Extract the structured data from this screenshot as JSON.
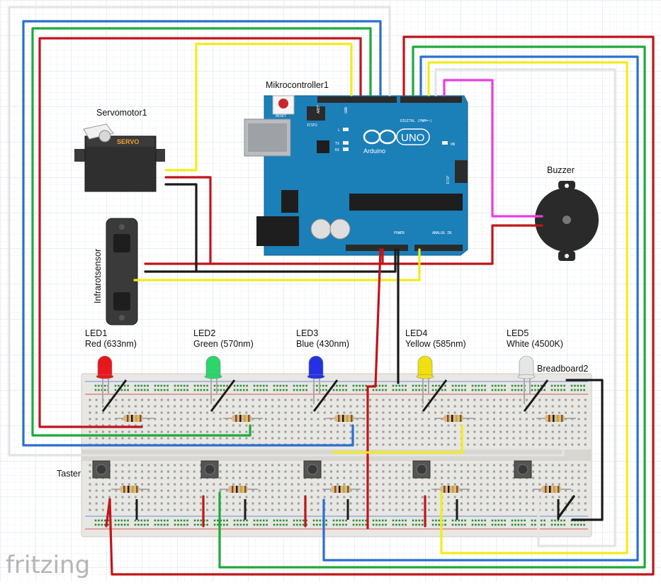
{
  "labels": {
    "servo": "Servomotor1",
    "servo_body": "SERVO",
    "mcu": "Mikrocontroller1",
    "reset": "RESET",
    "icsp2": "ICSP2",
    "icsp": "ICSP",
    "on": "ON",
    "tx": "TX",
    "rx": "RX",
    "l": "L",
    "digital": "DIGITAL (PWM=~)",
    "power": "POWER",
    "analog": "ANALOG IN",
    "aref": "AREF",
    "gnd": "GND",
    "uno": "UNO",
    "arduino": "Arduino",
    "buzzer": "Buzzer",
    "ir": "Infrarotsensor",
    "breadboard": "Breadboard2",
    "taster": "Taster",
    "watermark": "fritzing"
  },
  "leds": [
    {
      "name": "LED1",
      "desc": "Red (633nm)",
      "color": "#e8171b"
    },
    {
      "name": "LED2",
      "desc": "Green (570nm)",
      "color": "#2bd66a"
    },
    {
      "name": "LED3",
      "desc": "Blue (430nm)",
      "color": "#2431e3"
    },
    {
      "name": "LED4",
      "desc": "Yellow (585nm)",
      "color": "#f1e010"
    },
    {
      "name": "LED5",
      "desc": "White (4500K)",
      "color": "#e6e6e6"
    }
  ],
  "wire_colors": {
    "red": "#c0151a",
    "black": "#1a1a1a",
    "yellow": "#f2ec1b",
    "green": "#1fa83a",
    "blue": "#2a6fd1",
    "white": "#e4e4e4",
    "magenta": "#e93ee0"
  },
  "board_colors": {
    "arduino": "#1b7fb8",
    "breadboard": "#e7e6e2",
    "grid": "#dfe6ef"
  }
}
